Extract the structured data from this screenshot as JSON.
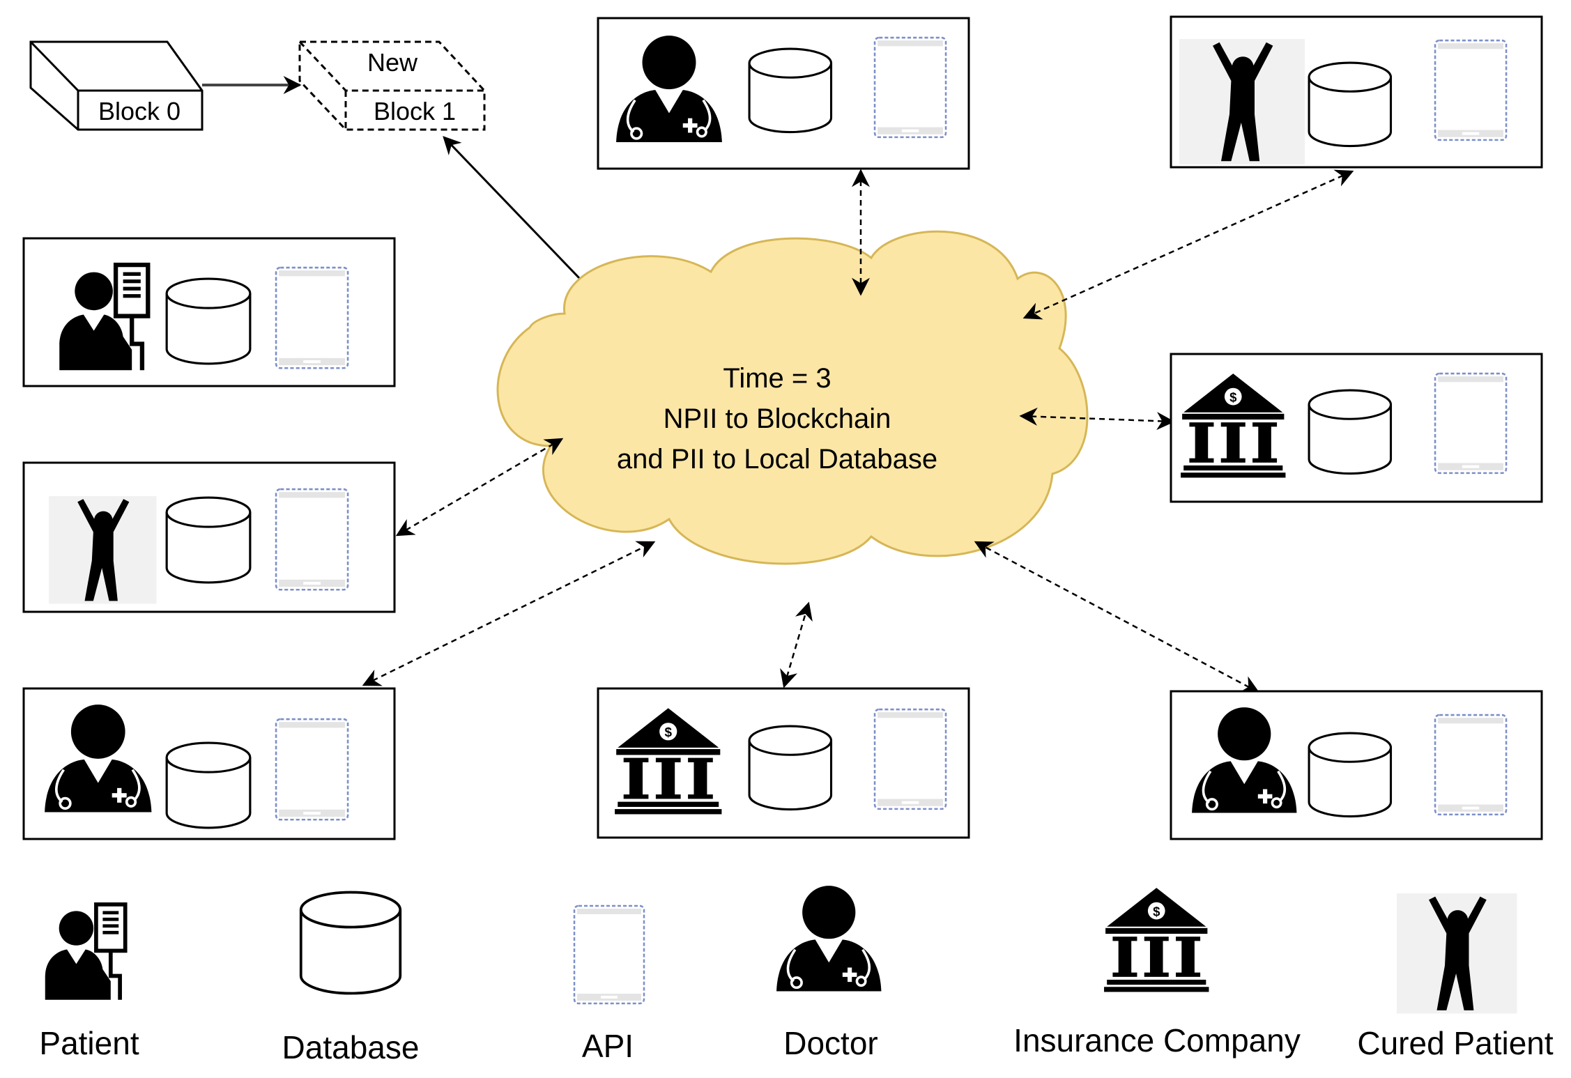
{
  "blocks": {
    "block0": "Block 0",
    "new": "New",
    "block1": "Block 1"
  },
  "cloud": {
    "line1": "Time = 3",
    "line2": "NPII to Blockchain",
    "line3": "and PII to Local Database"
  },
  "nodes": [
    {
      "id": "node-top-center",
      "icon": "doctor-icon"
    },
    {
      "id": "node-top-right",
      "icon": "cured-patient-icon"
    },
    {
      "id": "node-left-upper",
      "icon": "patient-icon"
    },
    {
      "id": "node-right-middle",
      "icon": "insurance-company-icon"
    },
    {
      "id": "node-left-middle",
      "icon": "cured-patient-icon"
    },
    {
      "id": "node-bottom-left",
      "icon": "doctor-icon"
    },
    {
      "id": "node-bottom-center",
      "icon": "insurance-company-icon"
    },
    {
      "id": "node-bottom-right",
      "icon": "doctor-icon"
    }
  ],
  "legend": {
    "patient": "Patient",
    "database": "Database",
    "api": "API",
    "doctor": "Doctor",
    "insurance": "Insurance Company",
    "cured": "Cured Patient"
  },
  "colors": {
    "cloud_fill": "#fbe6a6",
    "cloud_stroke": "#d6b656",
    "api_border": "#7c8fc8",
    "stroke": "#000000"
  }
}
